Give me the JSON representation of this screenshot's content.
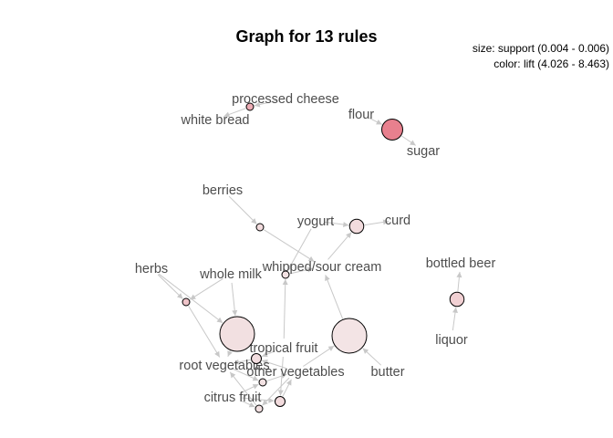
{
  "title": "Graph for 13 rules",
  "legend": {
    "size": "size: support (0.004 - 0.006)",
    "color": "color: lift (4.026 - 8.463)"
  },
  "colors": {
    "lift_low": "#f3e6e6",
    "lift_high": "#e8808e",
    "edge": "#c8c8c8",
    "label": "#4d4d4d"
  },
  "items": [
    {
      "id": "processed_cheese",
      "label": "processed cheese"
    },
    {
      "id": "white_bread",
      "label": "white bread"
    },
    {
      "id": "flour",
      "label": "flour"
    },
    {
      "id": "sugar",
      "label": "sugar"
    },
    {
      "id": "berries",
      "label": "berries"
    },
    {
      "id": "yogurt",
      "label": "yogurt"
    },
    {
      "id": "curd",
      "label": "curd"
    },
    {
      "id": "herbs",
      "label": "herbs"
    },
    {
      "id": "whole_milk",
      "label": "whole milk"
    },
    {
      "id": "whipped_sour_cream",
      "label": "whipped/sour cream"
    },
    {
      "id": "bottled_beer",
      "label": "bottled beer"
    },
    {
      "id": "tropical_fruit",
      "label": "tropical fruit"
    },
    {
      "id": "root_vegetables",
      "label": "root vegetables"
    },
    {
      "id": "other_vegetables",
      "label": "other vegetables"
    },
    {
      "id": "butter",
      "label": "butter"
    },
    {
      "id": "liquor",
      "label": "liquor"
    },
    {
      "id": "citrus_fruit",
      "label": "citrus fruit"
    }
  ],
  "rules": [
    {
      "id": "r1",
      "lhs": [
        "processed_cheese"
      ],
      "rhs": "white_bread",
      "support": 0.004,
      "lift": 6.5
    },
    {
      "id": "r2",
      "lhs": [
        "flour"
      ],
      "rhs": "sugar",
      "support": 0.005,
      "lift": 8.463
    },
    {
      "id": "r3",
      "lhs": [
        "berries"
      ],
      "rhs": "whipped_sour_cream",
      "support": 0.004,
      "lift": 4.5
    },
    {
      "id": "r4",
      "lhs": [
        "yogurt",
        "whipped_sour_cream"
      ],
      "rhs": "curd",
      "support": 0.0045,
      "lift": 4.5
    },
    {
      "id": "r5",
      "lhs": [
        "herbs",
        "whole_milk"
      ],
      "rhs": "root_vegetables",
      "support": 0.004,
      "lift": 5.5
    },
    {
      "id": "r6",
      "lhs": [
        "tropical_fruit",
        "yogurt"
      ],
      "rhs": "whipped_sour_cream",
      "support": 0.004,
      "lift": 4.2
    },
    {
      "id": "r7",
      "lhs": [
        "liquor"
      ],
      "rhs": "bottled_beer",
      "support": 0.0045,
      "lift": 5.0
    },
    {
      "id": "r8",
      "lhs": [
        "herbs",
        "whole_milk"
      ],
      "rhs": "root_vegetables",
      "support": 0.006,
      "lift": 4.3
    },
    {
      "id": "r9",
      "lhs": [
        "butter",
        "other_vegetables"
      ],
      "rhs": "whipped_sour_cream",
      "support": 0.006,
      "lift": 4.1
    },
    {
      "id": "r10",
      "lhs": [
        "citrus_fruit",
        "root_vegetables"
      ],
      "rhs": "other_vegetables",
      "support": 0.004,
      "lift": 4.2
    },
    {
      "id": "r11",
      "lhs": [
        "tropical_fruit",
        "other_vegetables"
      ],
      "rhs": "root_vegetables",
      "support": 0.0042,
      "lift": 4.4
    },
    {
      "id": "r12",
      "lhs": [
        "citrus_fruit",
        "tropical_fruit"
      ],
      "rhs": "other_vegetables",
      "support": 0.0042,
      "lift": 4.5
    },
    {
      "id": "r13",
      "lhs": [
        "citrus_fruit",
        "other_vegetables"
      ],
      "rhs": "root_vegetables",
      "support": 0.004,
      "lift": 4.3
    }
  ]
}
